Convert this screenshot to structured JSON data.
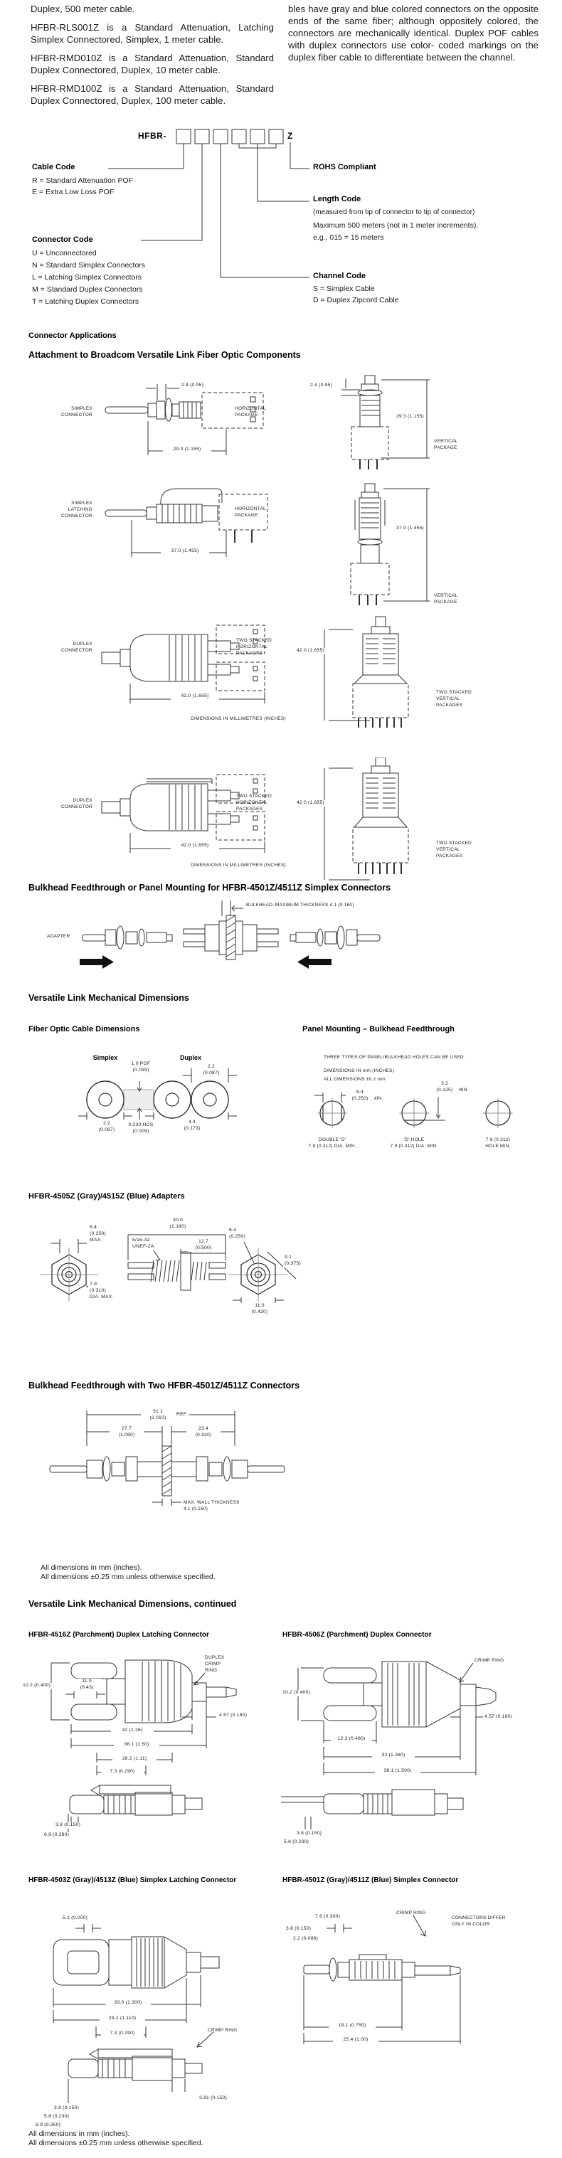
{
  "page": {
    "intro": {
      "left_paragraphs": [
        "Duplex, 500 meter cable.",
        "HFBR-RLS001Z is a Standard Attenuation, Latching Simplex Connectored, Simplex, 1 meter cable.",
        "HFBR-RMD010Z is a Standard Attenuation, Standard Duplex Connectored, Duplex, 10 meter cable.",
        "HFBR-RMD100Z is a Standard Attenuation, Standard Duplex Connectored, Duplex, 100 meter cable."
      ],
      "right_paragraph": "bles have gray and blue colored connectors on the opposite ends of the same fiber; although oppositely colored, the connectors are mechanically identical. Duplex POF cables with duplex connectors use color- coded markings on the duplex fiber cable to differentiate between the channel."
    },
    "part_number": {
      "prefix": "HFBR-",
      "suffix": "Z",
      "cable_code": {
        "title": "Cable Code",
        "items": [
          "R = Standard Attenuation POF",
          "E = Extra Low Loss POF"
        ]
      },
      "connector_code": {
        "title": "Connector Code",
        "items": [
          "U = Unconnectored",
          "N = Standard Simplex Connectors",
          "L = Latching Simplex Connectors",
          "M = Standard Duplex Connectors",
          "T = Latching Duplex Connectors"
        ]
      },
      "rohs": "ROHS Compliant",
      "length_code": {
        "title": "Length Code",
        "line1": "(measured from tip of connector to tip of connector)",
        "line2": "Maximum 500 meters (not in 1 meter increments).",
        "line3": "e.g., 015 = 15 meters"
      },
      "channel_code": {
        "title": "Channel Code",
        "items": [
          "S = Simplex Cable",
          "D = Duplex Zipcord Cable"
        ]
      }
    },
    "apps": {
      "title": "Connector Applications",
      "subtitle": "Attachment to Broadcom Versatile Link Fiber Optic Components",
      "row1": {
        "connector": "SIMPLEX\nCONNECTOR",
        "dim_top": "2.4 (0.95)",
        "package": "HORIZONTAL\nPACKAGE",
        "dim_len": "29.3 (1.155)",
        "v_dim_top": "2.4 (0.95)",
        "v_dim_len": "29.3 (1.155)",
        "v_package": "VERTICAL\nPACKAGE"
      },
      "row2": {
        "connector": "SIMPLEX\nLATCHING\nCONNECTOR",
        "package": "HORIZONTAL\nPACKAGE",
        "dim_len": "37.0 (1.455)",
        "v_dim_len": "37.0 (1.455)",
        "v_package": "VERTICAL\nPACKAGE"
      },
      "row3": {
        "connector": "DUPLEX\nCONNECTOR",
        "package": "TWO STACKED\nHORIZONTAL\nPACKAGES",
        "dim_len": "42.0 (1.655)",
        "note": "DIMENSIONS IN MILLIMETRES (INCHES)",
        "v_dim_len": "42.0 (1.655)",
        "v_package": "TWO STACKED\nVERTICAL\nPACKAGES"
      },
      "row4": {
        "connector": "DUPLEX\nCONNECTOR",
        "package": "TWO STACKED\nHORIZONTAL\nPACKAGES",
        "dim_len": "42.0 (1.655)",
        "note": "DIMENSIONS IN MILLIMETRES (INCHES)",
        "v_dim_len": "42.0 (1.655)",
        "v_package": "TWO STACKED\nVERTICAL\nPACKAGES"
      }
    },
    "bulkhead_row": {
      "title": "Bulkhead Feedthrough or Panel Mounting for HFBR-4501Z/4511Z Simplex Connectors",
      "adapter": "ADAPTER",
      "bulkhead_note": "BULKHEAD–MAXIMUM THICKNESS 4.1 (0.160)"
    },
    "mech": {
      "title": "Versatile Link Mechanical Dimensions",
      "cable": {
        "title": "Fiber Optic Cable Dimensions",
        "simplex": "Simplex",
        "duplex": "Duplex",
        "pof": "1.0 POF\n(0.039)",
        "dup_top": "2.2\n(0.087)",
        "simp_dia": "2.2\n(0.087)",
        "hcs": "0.230 HCS\n(0.009)",
        "dup_width": "4.4\n(0.173)"
      },
      "panel": {
        "title": "Panel Mounting – Bulkhead Feedthrough",
        "note1": "THREE TYPES OF PANEL/BULKHEAD HOLES CAN BE USED.",
        "note2": "DIMENSIONS IN mm (INCHES)",
        "note3": "ALL DIMENSIONS ±0.2 mm",
        "d1": "6.4\n(0.250)",
        "d1min": "MIN.",
        "d2": "3.2\n(0.125)",
        "d2min": "MIN.",
        "cap1": "DOUBLE 'D'\n7.9 (0.312) DIA. MIN.",
        "cap2": "'D' HOLE\n7.9 (0.312) DIA. MIN.",
        "cap3": "7.9 (0.312)\nHOLE MIN."
      },
      "adapters": {
        "title": "HFBR-4505Z (Gray)/4515Z (Blue) Adapters",
        "d1": "6.4\n(0.250)\nMAX.",
        "d2": "7.9\n(0.310)\nDIA. MAX.",
        "d3": "30.0\n(1.180)",
        "d4": "5/16-32\nUNEF-2A",
        "d5": "12.7\n(0.500)",
        "d6": "6.4\n(0.250)",
        "d7": "9.1\n(0.375)",
        "d8": "11.0\n(0.420)"
      },
      "feedthrough": {
        "title": "Bulkhead Feedthrough with Two HFBR-4501Z/4511Z Connectors",
        "d_total": "51.1\n(2.010)",
        "ref": "REF.",
        "d_left": "27.7\n(1.090)",
        "d_right": "23.4\n(0.920)",
        "wall": "MAX. WALL THICKNESS\n4.1 (0.160)"
      },
      "note1": "All dimensions in mm (inches).",
      "note2": "All dimensions ±0.25 mm unless otherwise specified."
    },
    "cont": {
      "title": "Versatile Link Mechanical Dimensions, continued",
      "f4516": {
        "title": "HFBR-4516Z (Parchment) Duplex Latching Connector",
        "crimp": "DUPLEX\nCRIMP\nRING",
        "d1": "10.2 (0.400)",
        "d2": "11.0\n(0.43)",
        "d3": "4.57 (0.180)",
        "d4": "32 (1.26)",
        "d5": "38.1 (1.50)",
        "d6": "28.2 (1.11)",
        "d7": "7.3 (0.290)",
        "d8": "3.8 (0.150)",
        "d9": "6.9 (0.280)"
      },
      "f4506": {
        "title": "HFBR-4506Z (Parchment) Duplex Connector",
        "crimp": "CRIMP RING",
        "d1": "10.2 (0.400)",
        "d2": "12.2 (0.480)",
        "d3": "4.57 (0.180)",
        "d4": "32 (1.260)",
        "d5": "38.1 (1.500)",
        "d6": "3.8 (0.150)",
        "d7": "5.8 (0.230)"
      },
      "f4503": {
        "title": "HFBR-4503Z (Gray)/4513Z (Blue) Simplex Latching Connector",
        "d1": "5.1 (0.200)",
        "d2": "33.0 (1.300)",
        "d3": "29.2 (1.110)",
        "d4": "7.3 (0.290)",
        "crimp": "CRIMP RING",
        "d5": "3.81 (0.150)",
        "d6": "3.8 (0.150)",
        "d7": "5.8 (0.230)",
        "d8": "8.9 (0.350)"
      },
      "f4501": {
        "title": "HFBR-4501Z (Gray)/4511Z (Blue) Simplex Connector",
        "crimp": "CRIMP RING",
        "d1": "7.6 (0.300)",
        "note": "CONNECTORS DIFFER\nONLY IN COLOR",
        "d2": "3.8 (0.150)",
        "d3": "2.2 (0.086)",
        "d4": "19.1 (0.750)",
        "d5": "25.4 (1.00)"
      },
      "note1": "All dimensions in mm (inches).",
      "note2": "All dimensions ±0.25 mm unless otherwise specified."
    }
  }
}
